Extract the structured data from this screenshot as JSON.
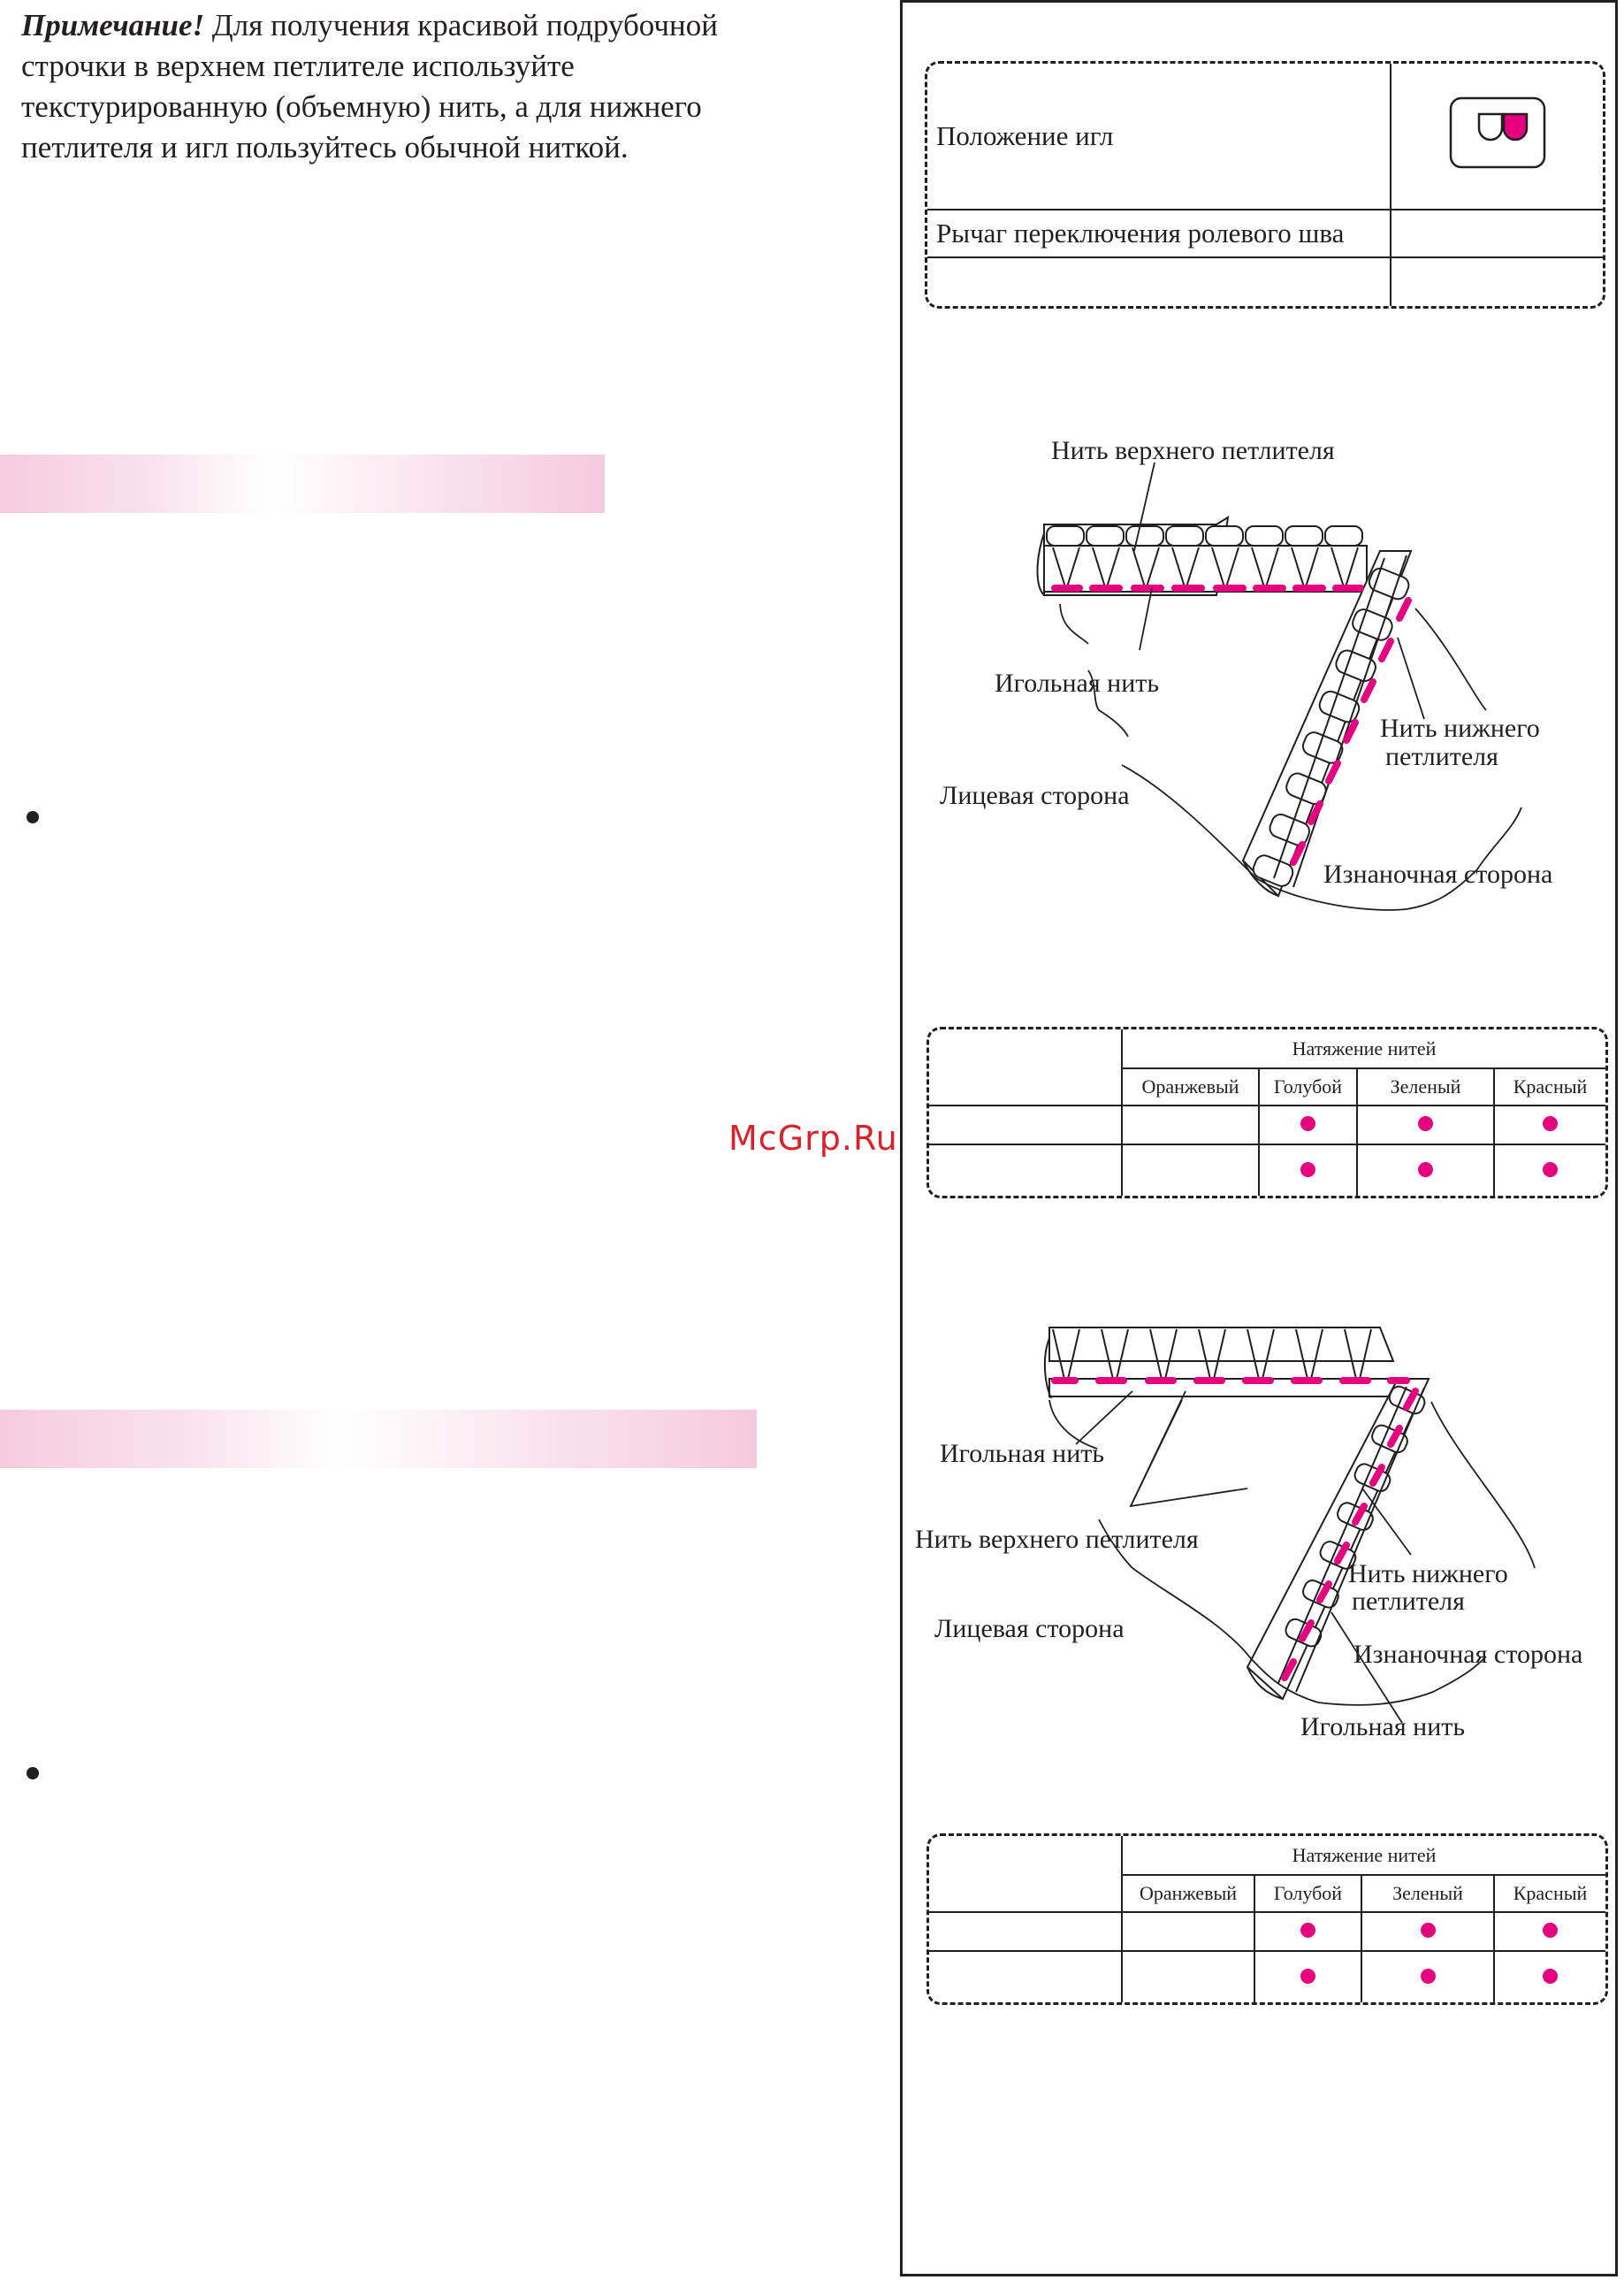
{
  "note": {
    "heading": "Примечание!",
    "text": " Для получения красивой подрубочной строчки в верхнем петлителе используйте текстурированную (объемную) нить, а для нижнего петлителя и игл пользуйтесь обычной ниткой."
  },
  "watermark": "McGrp.Ru",
  "settings_table": {
    "rows": [
      {
        "label": "Положение игл",
        "value": ""
      },
      {
        "label": "Рычаг переключения ролевого шва",
        "value": ""
      },
      {
        "label": "",
        "value": ""
      }
    ]
  },
  "diagram1": {
    "labels": {
      "upper_looper": "Нить верхнего петлителя",
      "needle": "Игольная нить",
      "lower_looper_1": "Нить нижнего",
      "lower_looper_2": "петлителя",
      "right_side": "Лицевая сторона",
      "wrong_side": "Изнаночная сторона"
    }
  },
  "diagram2": {
    "labels": {
      "needle_top": "Игольная нить",
      "upper_looper": "Нить верхнего петлителя",
      "lower_looper_1": "Нить нижнего",
      "lower_looper_2": "петлителя",
      "right_side": "Лицевая сторона",
      "wrong_side": "Изнаночная сторона",
      "needle_bottom": "Игольная нить"
    }
  },
  "tension_table_1": {
    "header": "Натяжение нитей",
    "columns": [
      "Оранжевый",
      "Голубой",
      "Зеленый",
      "Красный"
    ],
    "rows": [
      {
        "label": "",
        "orange": "",
        "blue": true,
        "green": true,
        "red": true
      },
      {
        "label": "",
        "orange": "",
        "blue": true,
        "green": true,
        "red": true
      }
    ]
  },
  "tension_table_2": {
    "header": "Натяжение нитей",
    "columns": [
      "Оранжевый",
      "Голубой",
      "Зеленый",
      "Красный"
    ],
    "rows": [
      {
        "label": "",
        "orange": "",
        "blue": true,
        "green": true,
        "red": true
      },
      {
        "label": "",
        "orange": "",
        "blue": true,
        "green": true,
        "red": true
      }
    ]
  },
  "colors": {
    "accent": "#e4007f",
    "text": "#231f20",
    "band": "#f6cbdf"
  }
}
